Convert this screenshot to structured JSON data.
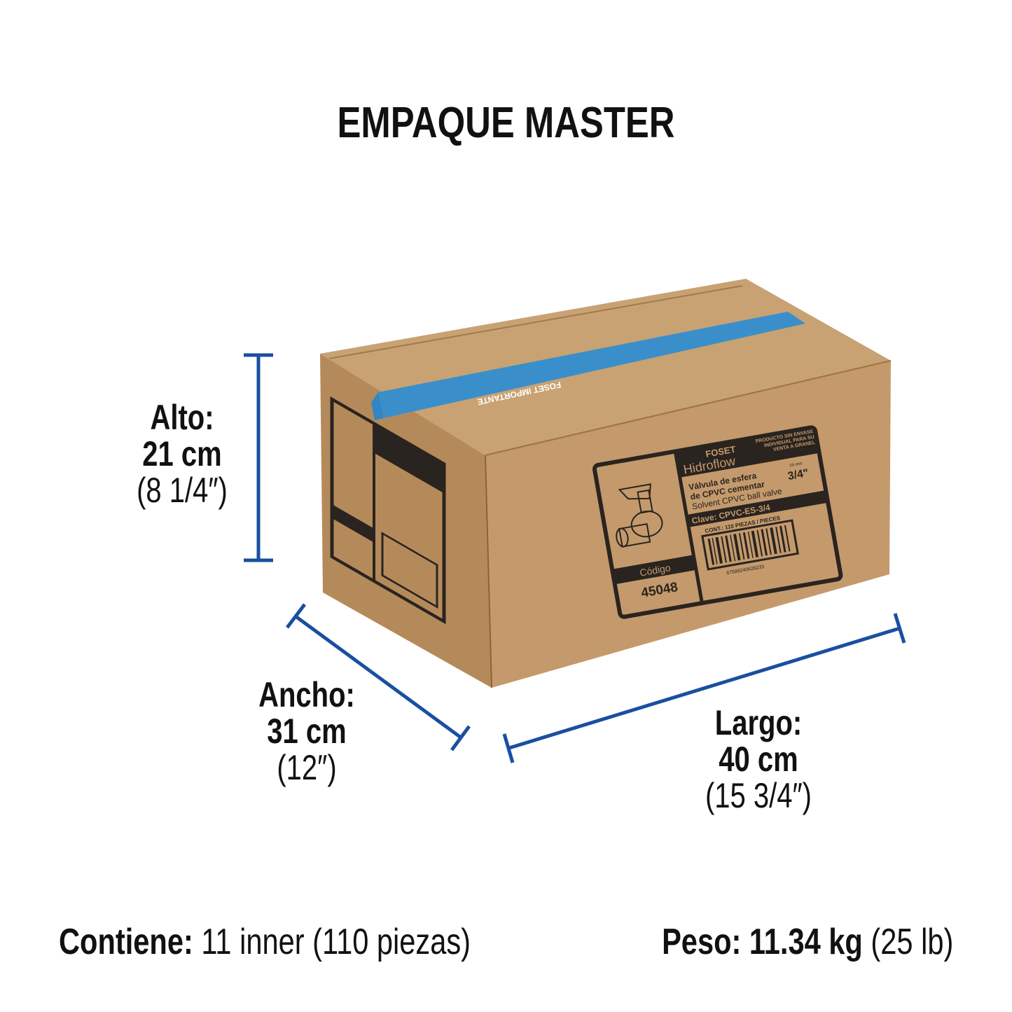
{
  "title": "EMPAQUE MASTER",
  "colors": {
    "dimension_lines": "#1a4fa0",
    "box": "#c49a6c",
    "tape": "#2f8fd0",
    "text": "#111111"
  },
  "dimensions": {
    "alto": {
      "label": "Alto:",
      "metric": "21 cm",
      "imperial": "(8 1/4″)"
    },
    "ancho": {
      "label": "Ancho:",
      "metric": "31 cm",
      "imperial": "(12″)"
    },
    "largo": {
      "label": "Largo:",
      "metric": "40 cm",
      "imperial": "(15 3/4″)"
    }
  },
  "footer": {
    "contains_label": "Contiene:",
    "contains_value": "11 inner (110 piezas)",
    "weight_label": "Peso:",
    "weight_metric": "11.34 kg",
    "weight_imperial": "(25 lb)"
  },
  "box_label": {
    "brand": "FOSET",
    "line": "Hidroflow",
    "notice": "PRODUCTO SIN ENVASE INDIVIDUAL PARA SU VENTA A GRANEL",
    "product_es_1": "Válvula de esfera",
    "product_es_2": "de CPVC cementar",
    "product_en": "Solvent CPVC ball valve",
    "size": "3/4\"",
    "size_mm": "19 mm",
    "clave": "Clave: CPVC-ES-3/4",
    "contents": "CONT.: 110 PIEZAS / PIECES",
    "barcode_number": "67586240628233",
    "codigo_label": "Código",
    "codigo": "45048",
    "tape_text": "FOSET IMPORTANTE"
  }
}
